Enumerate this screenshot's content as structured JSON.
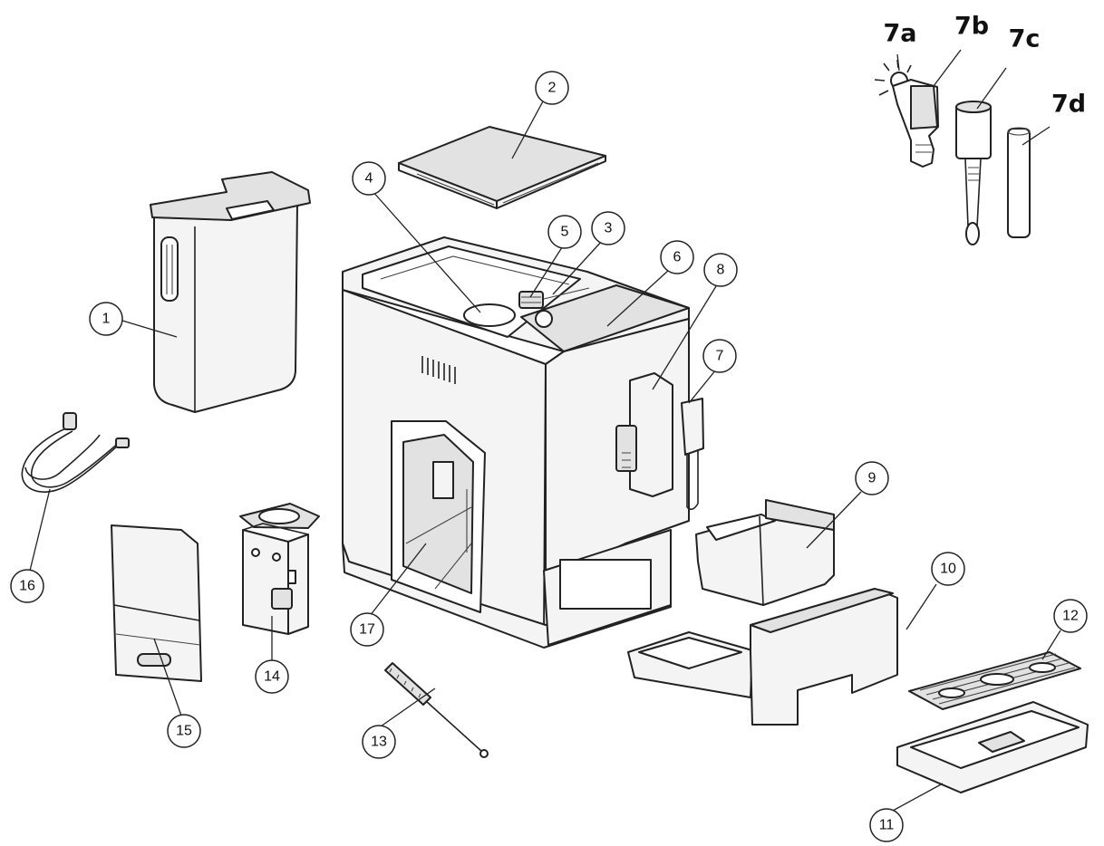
{
  "callouts": {
    "c1": "1",
    "c2": "2",
    "c3": "3",
    "c4": "4",
    "c5": "5",
    "c6": "6",
    "c7": "7",
    "c8": "8",
    "c9": "9",
    "c10": "10",
    "c11": "11",
    "c12": "12",
    "c13": "13",
    "c14": "14",
    "c15": "15",
    "c16": "16",
    "c17": "17",
    "c7a": "7a",
    "c7b": "7b",
    "c7c": "7c",
    "c7d": "7d"
  }
}
